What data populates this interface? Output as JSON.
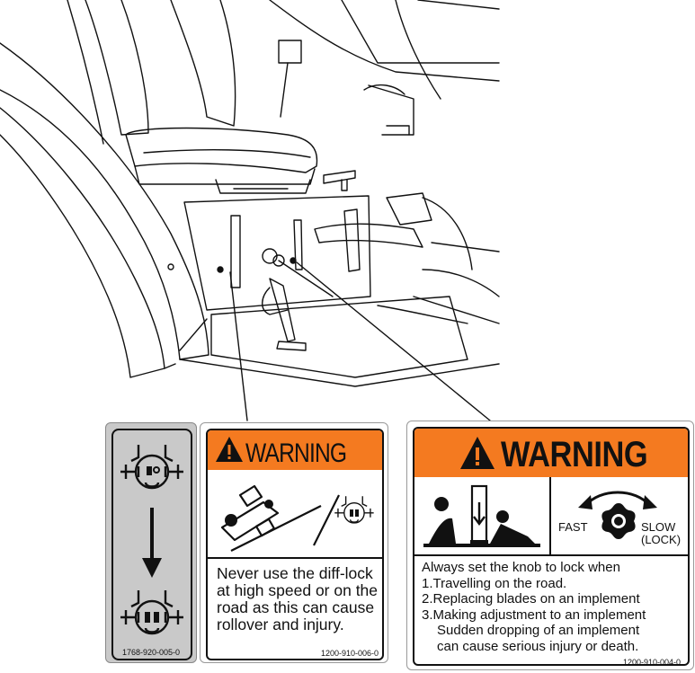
{
  "label_left": {
    "part_number": "1768-920-005-0"
  },
  "label_middle": {
    "heading": "WARNING",
    "message": "Never use the diff-lock at high speed or on the road as this can cause rollover and injury.",
    "part_number": "1200-910-006-0"
  },
  "label_right": {
    "heading": "WARNING",
    "fast_text": "FAST",
    "slow_text": "SLOW",
    "lock_text": "(LOCK)",
    "lines": [
      "Always set the knob to lock when",
      "1.Travelling on the road.",
      "2.Replacing blades on an implement",
      "3.Making adjustment to an implement",
      "Sudden dropping of an implement",
      "can cause serious injury or death."
    ],
    "part_number": "1200-910-004-0"
  },
  "colors": {
    "warning_orange": "#f47a20",
    "label_gray": "#c9c9c9",
    "ink": "#111111"
  },
  "icons": [
    "warning-triangle-icon",
    "diff-lock-icon",
    "tractor-rollover-icon",
    "crush-hazard-icon",
    "knob-icon",
    "rotation-arrow-icon",
    "down-arrow-icon"
  ]
}
